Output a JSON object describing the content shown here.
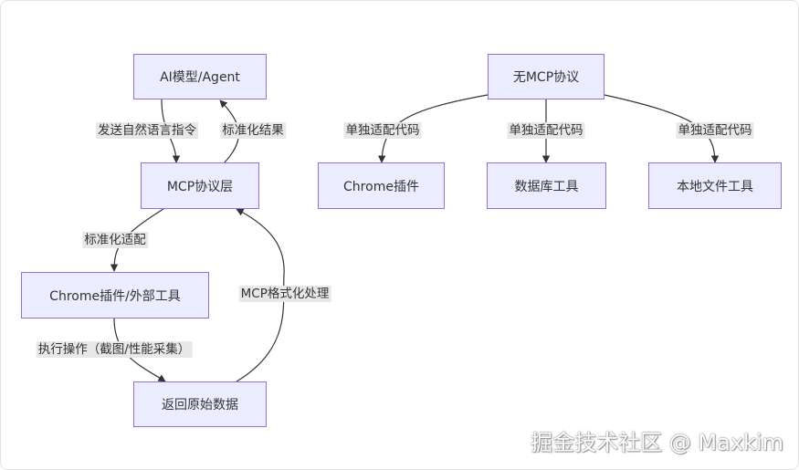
{
  "nodes": {
    "ai_model": "AI模型/Agent",
    "mcp_layer": "MCP协议层",
    "external_tools": "Chrome插件/外部工具",
    "raw_data": "返回原始数据",
    "no_mcp": "无MCP协议",
    "chrome_plugin": "Chrome插件",
    "database_tool": "数据库工具",
    "local_file_tool": "本地文件工具"
  },
  "edges": {
    "send_instruction": "发送自然语言指令",
    "standardized_result": "标准化结果",
    "standardized_adapt": "标准化适配",
    "execute_operation": "执行操作（截图/性能采集）",
    "mcp_format": "MCP格式化处理",
    "adapt_code_1": "单独适配代码",
    "adapt_code_2": "单独适配代码",
    "adapt_code_3": "单独适配代码"
  },
  "watermark": "掘金技术社区 @ Maxkim",
  "colors": {
    "node_fill": "#ececff",
    "node_border": "#9370db",
    "edge": "#333333",
    "label_bg": "#e8e8e8"
  }
}
